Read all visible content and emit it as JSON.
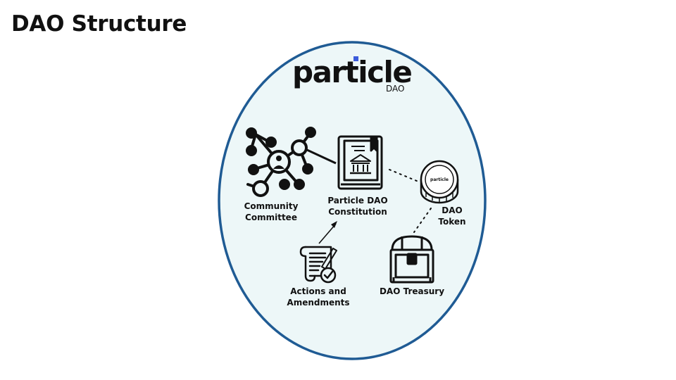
{
  "page": {
    "title": "DAO Structure"
  },
  "logo": {
    "word": "particle",
    "sub": "DAO",
    "dot_color": "#3b5bdb"
  },
  "colors": {
    "circle_border": "#1f5b94",
    "circle_fill": "#edf7f8",
    "ink": "#111111"
  },
  "nodes": {
    "community_committee": {
      "line1": "Community",
      "line2": "Committee",
      "icon": "network-icon"
    },
    "constitution": {
      "line1": "Particle DAO",
      "line2": "Constitution",
      "icon": "constitution-book-icon"
    },
    "token": {
      "line1": "DAO",
      "line2": "Token",
      "icon": "coin-icon",
      "coin_text": "particle"
    },
    "treasury": {
      "line1": "DAO Treasury",
      "icon": "treasure-chest-icon"
    },
    "actions": {
      "line1": "Actions and",
      "line2": "Amendments",
      "icon": "document-check-icon"
    }
  }
}
